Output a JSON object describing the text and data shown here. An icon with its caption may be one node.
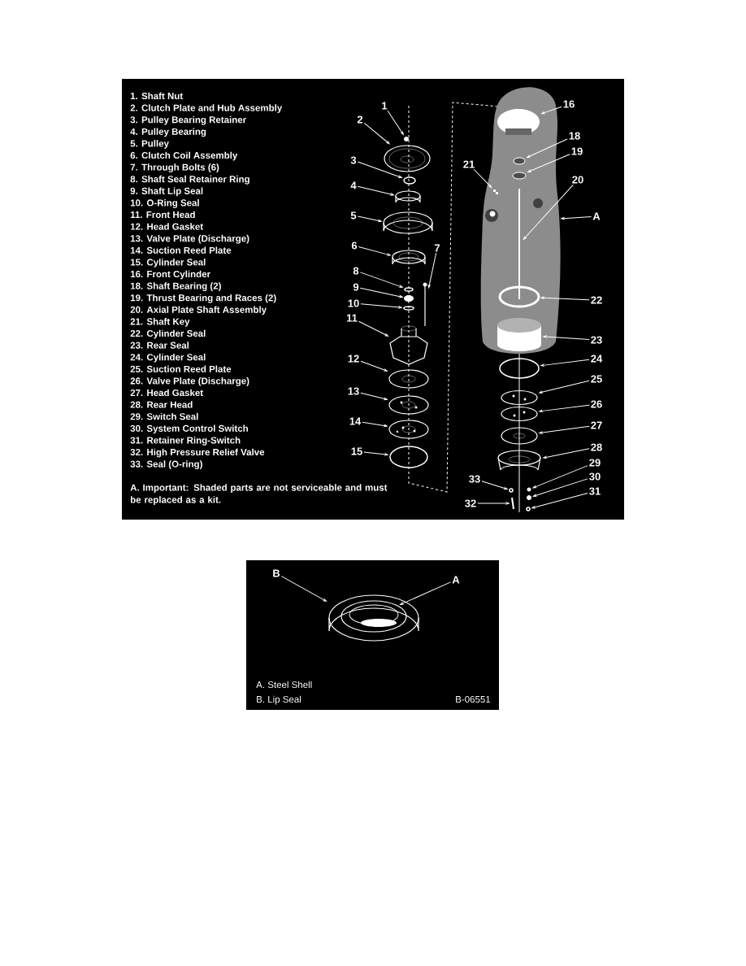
{
  "diagram": {
    "nodes": [
      {
        "text": [
          "1"
        ]
      },
      {
        "text": [
          "2"
        ]
      },
      {
        "text": [
          "3"
        ]
      },
      {
        "text": [
          "4"
        ]
      },
      {
        "text": [
          "5"
        ]
      },
      {
        "text": [
          "6"
        ]
      },
      {
        "text": [
          "7"
        ]
      },
      {
        "text": [
          "8"
        ]
      },
      {
        "text": [
          "9"
        ]
      },
      {
        "text": [
          "10"
        ]
      },
      {
        "text": [
          "11"
        ]
      },
      {
        "text": [
          "12"
        ]
      },
      {
        "text": [
          "13"
        ]
      },
      {
        "text": [
          "14"
        ]
      },
      {
        "text": [
          "15"
        ]
      },
      {
        "text": [
          "16"
        ]
      },
      {
        "text": [
          "18"
        ]
      },
      {
        "text": [
          "19"
        ]
      },
      {
        "text": [
          "21"
        ]
      },
      {
        "text": [
          "20"
        ]
      },
      {
        "text": [
          "A"
        ]
      },
      {
        "text": [
          "22"
        ]
      },
      {
        "text": [
          "23"
        ]
      },
      {
        "text": [
          "24"
        ]
      },
      {
        "text": [
          "25"
        ]
      },
      {
        "text": [
          "26"
        ]
      },
      {
        "text": [
          "27"
        ]
      },
      {
        "text": [
          "28"
        ]
      },
      {
        "text": [
          "29"
        ]
      },
      {
        "text": [
          "30"
        ]
      },
      {
        "text": [
          "33"
        ]
      },
      {
        "text": [
          "31"
        ]
      },
      {
        "text": [
          "32"
        ]
      },
      {
        "text": [
          "B"
        ]
      },
      {
        "text": [
          "A"
        ]
      },
      {
        "text": [],
        "shape": "picture"
      },
      {
        "text": [],
        "shape": "picture"
      },
      {
        "text": [],
        "shape": "circle"
      },
      {
        "text": [],
        "shape": "cylinder"
      },
      {
        "text": [],
        "shape": "picture"
      },
      {
        "text": [],
        "shape": "picture"
      },
      {
        "text": [],
        "shape": "picture"
      },
      {
        "text": [],
        "shape": "circle"
      },
      {
        "text": [],
        "shape": "picture"
      },
      {
        "text": [],
        "shape": "circle"
      },
      {
        "text": [],
        "shape": "picture"
      },
      {
        "text": [],
        "shape": "picture"
      },
      {
        "text": [],
        "shape": "picture"
      },
      {
        "text": [],
        "shape": "picture"
      },
      {
        "text": [],
        "shape": "circle"
      },
      {
        "text": [],
        "shape": "picture"
      },
      {
        "text": [],
        "shape": "picture",
        "in": 50
      },
      {
        "text": [],
        "shape": "circle",
        "in": 50
      },
      {
        "text": [],
        "shape": "circle",
        "in": 50
      },
      {
        "text": [],
        "shape": "picture",
        "in": 50
      },
      {
        "text": [],
        "shape": "picture",
        "in": 50
      },
      {
        "text": [],
        "shape": "circle",
        "in": 50
      },
      {
        "text": [],
        "shape": "cylinder",
        "in": 50
      },
      {
        "text": [],
        "shape": "circle"
      },
      {
        "text": [],
        "shape": "picture"
      },
      {
        "text": [],
        "shape": "picture"
      },
      {
        "text": [],
        "shape": "picture"
      },
      {
        "text": [],
        "shape": "picture"
      },
      {
        "text": [],
        "shape": "picture"
      },
      {
        "text": [],
        "shape": "picture"
      },
      {
        "text": [],
        "shape": "circle"
      },
      {
        "text": [],
        "shape": "circle"
      },
      {
        "text": [],
        "shape": "picture"
      },
      {
        "text": [],
        "shape": "picture"
      },
      {
        "text": [],
        "shape": "circle",
        "in": 68
      }
    ],
    "edges": [
      {
        "from": 0,
        "to": 35,
        "arrow": "to"
      },
      {
        "from": 1,
        "to": 36,
        "arrow": "to"
      },
      {
        "from": 2,
        "to": 37,
        "arrow": "to"
      },
      {
        "from": 3,
        "to": 38,
        "arrow": "to"
      },
      {
        "from": 4,
        "to": 39,
        "arrow": "to"
      },
      {
        "from": 5,
        "to": 40,
        "arrow": "to"
      },
      {
        "from": 6,
        "to": 41,
        "arrow": "to"
      },
      {
        "from": 7,
        "to": 42,
        "arrow": "to"
      },
      {
        "from": 8,
        "to": 43,
        "arrow": "to"
      },
      {
        "from": 9,
        "to": 44,
        "arrow": "to"
      },
      {
        "from": 10,
        "to": 45,
        "arrow": "to"
      },
      {
        "from": 11,
        "to": 46,
        "arrow": "to"
      },
      {
        "from": 12,
        "to": 47,
        "arrow": "to"
      },
      {
        "from": 13,
        "to": 48,
        "arrow": "to"
      },
      {
        "from": 14,
        "to": 49,
        "arrow": "to"
      },
      {
        "from": 15,
        "to": 51,
        "arrow": "to"
      },
      {
        "from": 16,
        "to": 52,
        "arrow": "to"
      },
      {
        "from": 17,
        "to": 53,
        "arrow": "to"
      },
      {
        "from": 18,
        "to": 54,
        "arrow": "to"
      },
      {
        "from": 19,
        "to": 55,
        "arrow": "to"
      },
      {
        "from": 20,
        "to": 50,
        "arrow": "to"
      },
      {
        "from": 21,
        "to": 56,
        "arrow": "to"
      },
      {
        "from": 22,
        "to": 57,
        "arrow": "to"
      },
      {
        "from": 23,
        "to": 58,
        "arrow": "to"
      },
      {
        "from": 24,
        "to": 59,
        "arrow": "to"
      },
      {
        "from": 25,
        "to": 60,
        "arrow": "to"
      },
      {
        "from": 26,
        "to": 61,
        "arrow": "to"
      },
      {
        "from": 27,
        "to": 62,
        "arrow": "to"
      },
      {
        "from": 28,
        "to": 63,
        "arrow": "to"
      },
      {
        "from": 29,
        "to": 64,
        "arrow": "to"
      },
      {
        "from": 30,
        "to": 65,
        "arrow": "to"
      },
      {
        "from": 31,
        "to": 66,
        "arrow": "to"
      },
      {
        "from": 32,
        "to": 67,
        "arrow": "to"
      },
      {
        "from": 33,
        "to": 68,
        "arrow": "to"
      },
      {
        "from": 34,
        "to": 69,
        "arrow": "to"
      }
    ],
    "labels": [
      "1. Shaft Nut",
      "2. Clutch Plate and Hub Assembly",
      "3. Pulley Bearing Retainer",
      "4. Pulley Bearing",
      "5. Pulley",
      "6. Clutch Coil Assembly",
      "7. Through Bolts (6)",
      "8. Shaft Seal Retainer Ring",
      "9. Shaft Lip Seal",
      "10. O-Ring Seal",
      "11. Front Head",
      "12. Head Gasket",
      "13. Valve Plate (Discharge)",
      "14. Suction Reed Plate",
      "15. Cylinder Seal",
      "16. Front Cylinder",
      "18. Shaft Bearing (2)",
      "19. Thrust Bearing and Races (2)",
      "20. Axial Plate Shaft Assembly",
      "21. Shaft Key",
      "22. Cylinder Seal",
      "23. Rear Seal",
      "24. Cylinder Seal",
      "25. Suction Reed Plate",
      "26. Valve Plate (Discharge)",
      "27. Head Gasket",
      "28. Rear Head",
      "29. Switch Seal",
      "30. System Control Switch",
      "31. Retainer Ring-Switch",
      "32. High Pressure Relief Valve",
      "33. Seal (O-ring)",
      "A. Important: Shaded parts are not serviceable and must be replaced as a kit.",
      "A. Steel Shell",
      "B. Lip Seal",
      "B-06551"
    ]
  }
}
